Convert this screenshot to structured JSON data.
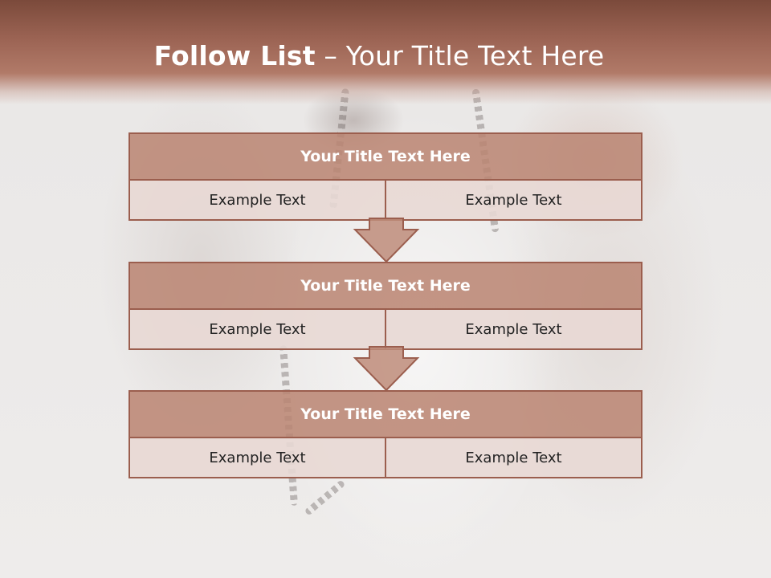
{
  "slide": {
    "title_bold": "Follow List",
    "title_rest": " – Your Title Text Here"
  },
  "steps": [
    {
      "title": "Your Title Text Here",
      "left": "Example Text",
      "right": "Example Text"
    },
    {
      "title": "Your Title Text Here",
      "left": "Example Text",
      "right": "Example Text"
    },
    {
      "title": "Your Title Text Here",
      "left": "Example Text",
      "right": "Example Text"
    }
  ],
  "colors": {
    "header": "#9c6454",
    "box_title": "#c08d7b",
    "box_cell": "#e8d8d4",
    "border": "#9b5e4e"
  }
}
